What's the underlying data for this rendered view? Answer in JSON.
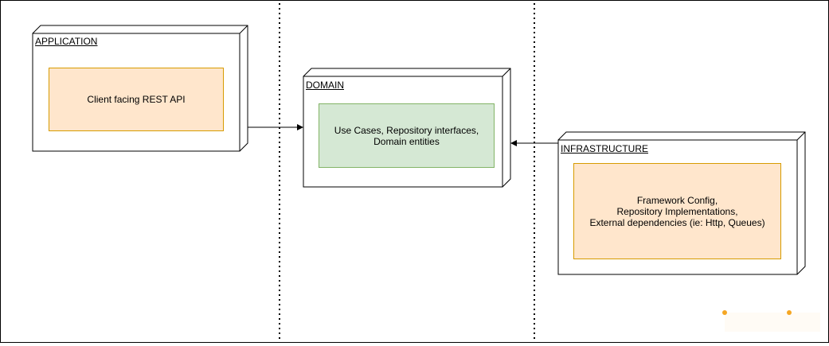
{
  "diagram": {
    "nodes": {
      "application": {
        "title": "APPLICATION",
        "content": "Client facing REST API",
        "fill": "#ffe6cc",
        "stroke": "#d79b00"
      },
      "domain": {
        "title": "DOMAIN",
        "content": "Use Cases, Repository interfaces,\nDomain entities",
        "fill": "#d5e8d4",
        "stroke": "#82b366"
      },
      "infrastructure": {
        "title": "INFRASTRUCTURE",
        "content": "Framework Config,\nRepository Implementations,\nExternal dependencies (ie: Http, Queues)",
        "fill": "#ffe6cc",
        "stroke": "#d79b00"
      }
    },
    "edges": [
      {
        "from": "application",
        "to": "domain"
      },
      {
        "from": "infrastructure",
        "to": "domain"
      }
    ],
    "colors": {
      "border": "#000000",
      "divider": "#000000",
      "handle": "#f5a623"
    }
  }
}
